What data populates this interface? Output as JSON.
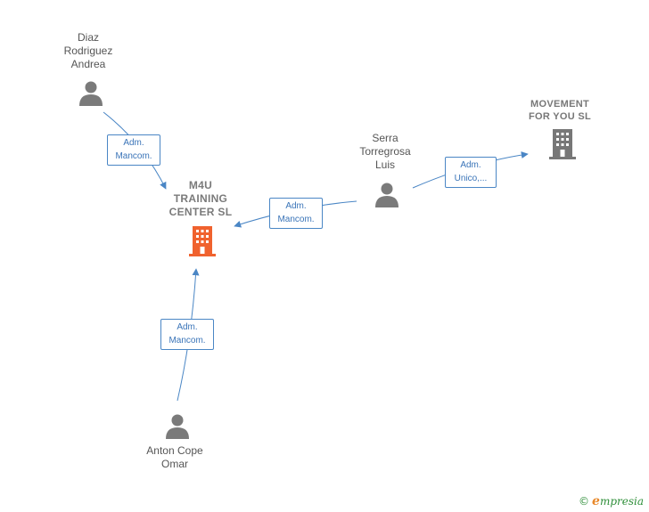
{
  "nodes": {
    "diaz": {
      "name": "Diaz\nRodriguez\nAndrea",
      "type": "person",
      "icon": "person-icon"
    },
    "m4u": {
      "name": "M4U\nTRAINING\nCENTER  SL",
      "type": "company",
      "icon": "building-icon",
      "color": "#f0622e"
    },
    "serra": {
      "name": "Serra\nTorregrosa\nLuis",
      "type": "person",
      "icon": "person-icon"
    },
    "movement": {
      "name": "MOVEMENT\nFOR YOU  SL",
      "type": "company",
      "icon": "building-icon",
      "color": "#777777"
    },
    "anton": {
      "name": "Anton Cope\nOmar",
      "type": "person",
      "icon": "person-icon"
    }
  },
  "edges": [
    {
      "from": "diaz",
      "to": "m4u",
      "label": "Adm.\nMancom."
    },
    {
      "from": "serra",
      "to": "m4u",
      "label": "Adm.\nMancom."
    },
    {
      "from": "serra",
      "to": "movement",
      "label": "Adm.\nUnico,..."
    },
    {
      "from": "anton",
      "to": "m4u",
      "label": "Adm.\nMancom."
    }
  ],
  "brand": {
    "copyright": "©",
    "first_letter": "e",
    "rest": "mpresia"
  },
  "colors": {
    "edge": "#4a86c5",
    "person": "#7a7a7a",
    "main_company": "#f0622e",
    "company": "#777777"
  }
}
